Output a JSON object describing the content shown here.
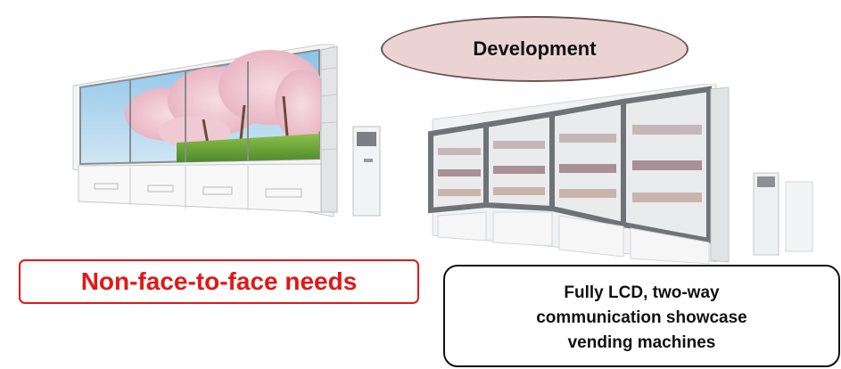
{
  "development": {
    "label": "Development"
  },
  "needs": {
    "label": "Non-face-to-face needs"
  },
  "lcd": {
    "line1": "Fully LCD, two-way",
    "line2": "communication showcase",
    "line3": "vending machines"
  },
  "colors": {
    "needs_red": "#e01818",
    "oval_fill": "#ecd3d3",
    "oval_border": "#6b5454",
    "sky": "#7fb7de",
    "blossom": "#f0c7d2",
    "grass": "#6aa83a"
  },
  "icons": {
    "left_machine": "cherry-blossom-vending-machine-image",
    "right_machine": "lcd-showcase-vending-machine-image"
  }
}
